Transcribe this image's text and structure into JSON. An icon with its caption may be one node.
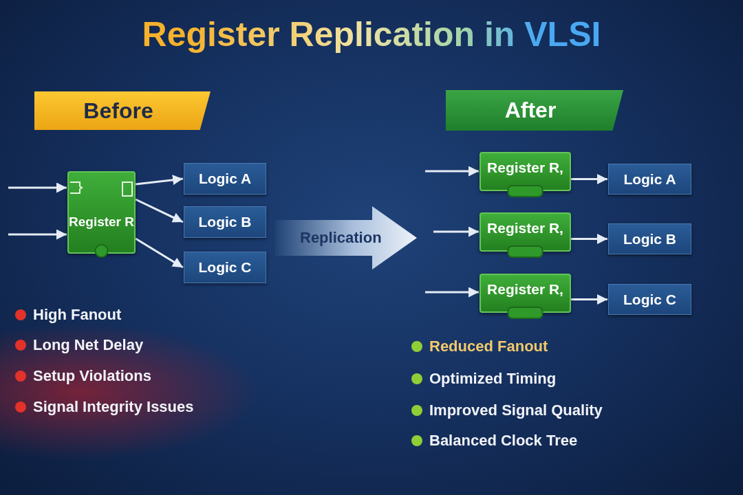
{
  "diagram": {
    "title": "Register Replication in VLSI",
    "nodes": [
      {
        "text": [
          "Before"
        ]
      },
      {
        "text": [
          "After"
        ]
      },
      {
        "text": [
          "Register R"
        ]
      },
      {
        "text": [
          "Logic A"
        ]
      },
      {
        "text": [
          "Logic B"
        ]
      },
      {
        "text": [
          "Logic C"
        ]
      },
      {
        "text": [
          "Replication"
        ]
      },
      {
        "text": [
          "Register R,"
        ]
      },
      {
        "text": [
          "Logic A"
        ]
      },
      {
        "text": [
          "Register R,"
        ]
      },
      {
        "text": [
          "Logic B"
        ]
      },
      {
        "text": [
          "Register R,"
        ]
      },
      {
        "text": [
          "Logic C"
        ]
      }
    ],
    "edges": [
      {
        "from": null,
        "to": 2,
        "arrow": "to"
      },
      {
        "from": null,
        "to": 2,
        "arrow": "to"
      },
      {
        "from": 2,
        "to": 3,
        "arrow": "to"
      },
      {
        "from": 2,
        "to": 4,
        "arrow": "to"
      },
      {
        "from": 2,
        "to": 5,
        "arrow": "to"
      },
      {
        "from": null,
        "to": 7,
        "arrow": "to"
      },
      {
        "from": 7,
        "to": 8,
        "arrow": "to"
      },
      {
        "from": null,
        "to": 9,
        "arrow": "to"
      },
      {
        "from": 9,
        "to": 10,
        "arrow": "to"
      },
      {
        "from": null,
        "to": 11,
        "arrow": "to"
      },
      {
        "from": 11,
        "to": 12,
        "arrow": "to"
      }
    ],
    "labels": [
      "High Fanout",
      "Long Net Delay",
      "Setup Violations",
      "Signal Integrity Issues",
      "Reduced Fanout",
      "Optimized Timing",
      "Improved Signal Quality",
      "Balanced Clock Tree"
    ]
  }
}
